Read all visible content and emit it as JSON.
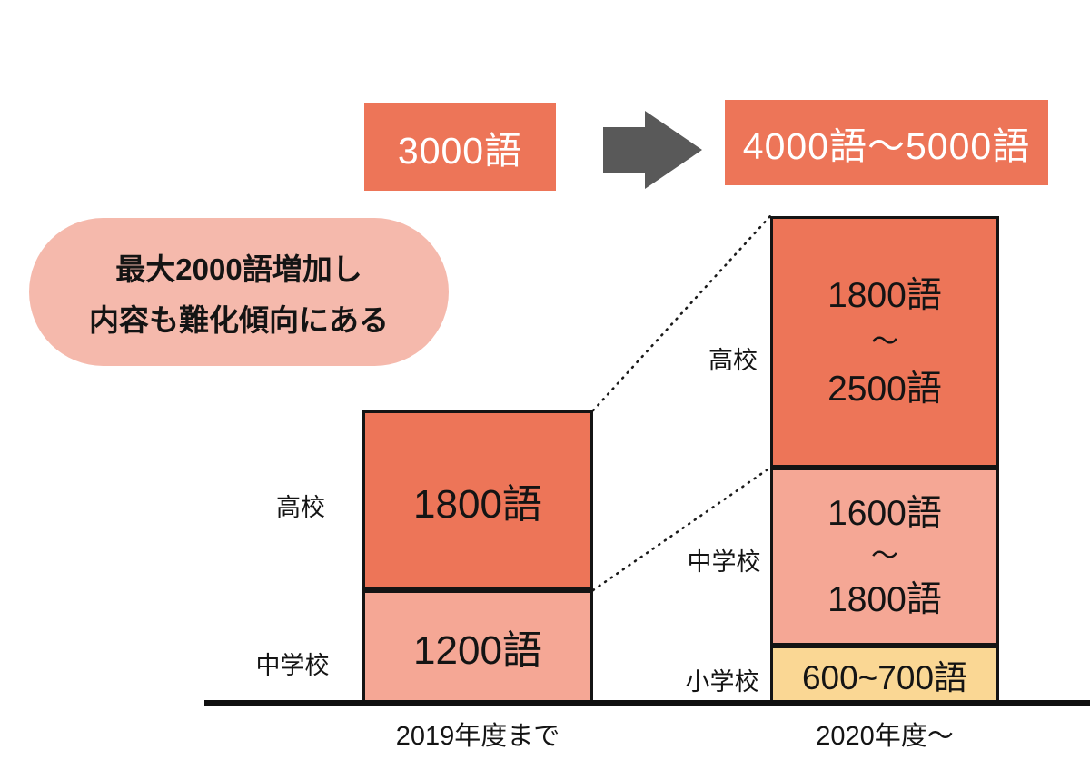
{
  "header": {
    "before_label": "3000語",
    "after_label": "4000語〜5000語"
  },
  "callout": {
    "line1": "最大2000語増加し",
    "line2": "内容も難化傾向にある"
  },
  "left_chart": {
    "axis_label": "2019年度まで",
    "bars": {
      "koukou": {
        "label": "高校",
        "value": "1800語"
      },
      "chuugakkou": {
        "label": "中学校",
        "value": "1200語"
      }
    }
  },
  "right_chart": {
    "axis_label": "2020年度〜",
    "bars": {
      "koukou": {
        "label": "高校",
        "lines": [
          "1800語",
          "〜",
          "2500語"
        ]
      },
      "chuugakkou": {
        "label": "中学校",
        "lines": [
          "1600語",
          "〜",
          "1800語"
        ]
      },
      "shougakkou": {
        "label": "小学校",
        "value": "600~700語"
      }
    }
  },
  "colors": {
    "bar_orange": "#ED7558",
    "bar_pink": "#F5A795",
    "bar_yellow": "#FAD794",
    "callout_pink": "#F5B9AC",
    "arrow_gray": "#595959",
    "outline_black": "#141414"
  },
  "chart_data": {
    "type": "bar",
    "stacked": true,
    "categories": [
      "2019年度まで",
      "2020年度〜"
    ],
    "series": [
      {
        "name": "小学校",
        "values_min": [
          0,
          600
        ],
        "values_max": [
          0,
          700
        ],
        "display": [
          "",
          "600~700語"
        ]
      },
      {
        "name": "中学校",
        "values_min": [
          1200,
          1600
        ],
        "values_max": [
          1200,
          1800
        ],
        "display": [
          "1200語",
          "1600語〜1800語"
        ]
      },
      {
        "name": "高校",
        "values_min": [
          1800,
          1800
        ],
        "values_max": [
          1800,
          2500
        ],
        "display": [
          "1800語",
          "1800語〜2500語"
        ]
      }
    ],
    "totals": [
      "3000語",
      "4000語〜5000語"
    ],
    "annotation": "最大2000語増加し内容も難化傾向にある",
    "unit": "語",
    "grid": false,
    "legend_position": "labels-left-of-each-segment"
  }
}
